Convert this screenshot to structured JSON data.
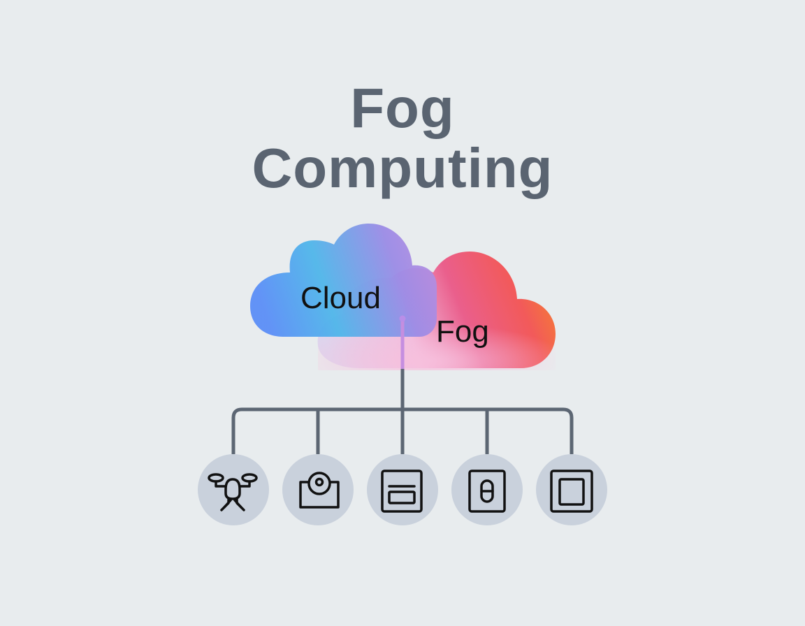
{
  "title": {
    "line1": "Fog",
    "line2": "Computing"
  },
  "clouds": {
    "cloud_label": "Cloud",
    "fog_label": "Fog",
    "colors": {
      "cloud_gradient": [
        "#5b8ef7",
        "#4fb6ea",
        "#9b8be6"
      ],
      "fog_gradient": [
        "#e95b8a",
        "#f25a5a",
        "#f47a38"
      ],
      "blend": "#f2b9da"
    }
  },
  "connector": {
    "color": "#5c6673",
    "accent_color": "#c58ee0"
  },
  "devices": [
    {
      "name": "drone",
      "icon": "drone-icon"
    },
    {
      "name": "camera",
      "icon": "camera-icon"
    },
    {
      "name": "panel",
      "icon": "panel-icon"
    },
    {
      "name": "sensor",
      "icon": "sensor-icon"
    },
    {
      "name": "display",
      "icon": "display-icon"
    }
  ],
  "device_color": "#c9d1dc"
}
